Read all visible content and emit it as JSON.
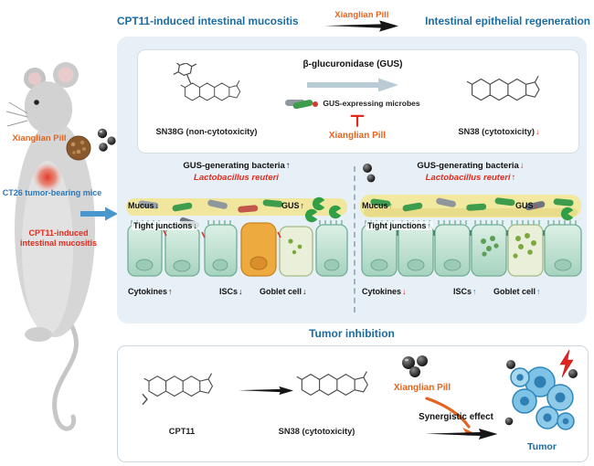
{
  "header": {
    "left_title": "CPT11-induced intestinal mucositis",
    "pill_label": "Xianglian Pill",
    "right_title": "Intestinal epithelial regeneration"
  },
  "conversion_box": {
    "sn38g_caption": "SN38G (non-cytotoxicity)",
    "enzyme_label": "β-glucuronidase (GUS)",
    "microbes_label": "GUS-expressing microbes",
    "pill_label": "Xianglian Pill",
    "sn38_caption": "SN38 (cytotoxicity)",
    "sn38_arrow": "↓"
  },
  "mouse_panel": {
    "pill_label": "Xianglian Pill",
    "mice_label": "CT26 tumor-bearing mice",
    "mucositis_label": "CPT11-induced intestinal mucositis"
  },
  "mucositis_panel": {
    "bacteria_title": "GUS-generating bacteria",
    "bacteria_arrow": "↑",
    "species": "Lactobacillus reuteri",
    "species_arrow": "",
    "mucus": "Mucus",
    "mucus_arrow": "↓",
    "gus": "GUS",
    "gus_arrow": "↑",
    "tight_junctions": "Tight junctions",
    "tj_arrow": "↓",
    "cytokines": "Cytokines",
    "cyt_arrow": "↑",
    "iscs": "ISCs",
    "iscs_arrow": "↓",
    "goblet": "Goblet cell",
    "goblet_arrow": "↓"
  },
  "regeneration_panel": {
    "bacteria_title": "GUS-generating bacteria",
    "bacteria_arrow": "↓",
    "species": "Lactobacillus reuteri",
    "species_arrow": "↑",
    "mucus": "Mucus",
    "mucus_arrow": "↑",
    "gus": "GUS",
    "gus_arrow": "↓",
    "tight_junctions": "Tight junctions",
    "tj_arrow": "↑",
    "cytokines": "Cytokines",
    "cyt_arrow": "↓",
    "iscs": "ISCs",
    "iscs_arrow": "↑",
    "goblet": "Goblet cell",
    "goblet_arrow": "↑"
  },
  "tumor_section": {
    "title": "Tumor inhibition",
    "cpt11_caption": "CPT11",
    "sn38_caption": "SN38 (cytotoxicity)",
    "pill_label": "Xianglian Pill",
    "synergy_label": "Synergistic effect",
    "tumor_label": "Tumor"
  },
  "colors": {
    "title_blue": "#1b6ca3",
    "pill_orange": "#e4641e",
    "alert_red": "#e02a1e",
    "up_blue": "#2e86c8",
    "panel_bg": "#e7f0f6"
  }
}
